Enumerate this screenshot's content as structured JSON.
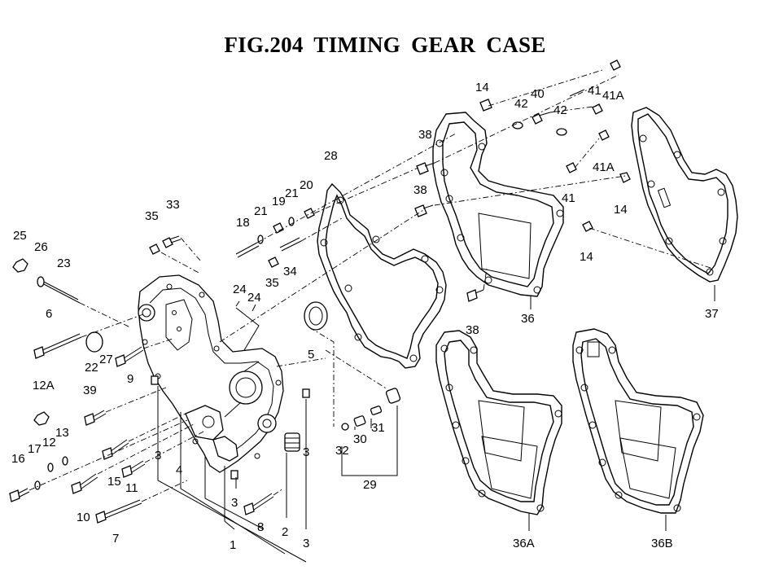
{
  "title": "FIG.204  TIMING GEAR CASE",
  "callouts": {
    "c1": "1",
    "c2": "2",
    "c3a": "3",
    "c3b": "3",
    "c3c": "3",
    "c3d": "3",
    "c4": "4",
    "c5": "5",
    "c6": "6",
    "c7": "7",
    "c8": "8",
    "c9": "9",
    "c10": "10",
    "c11": "11",
    "c12": "12",
    "c12a": "12A",
    "c13": "13",
    "c14a": "14",
    "c14b": "14",
    "c14c": "14",
    "c15": "15",
    "c16": "16",
    "c17": "17",
    "c18": "18",
    "c19": "19",
    "c20": "20",
    "c21a": "21",
    "c21b": "21",
    "c22": "22",
    "c23": "23",
    "c24a": "24",
    "c24b": "24",
    "c25": "25",
    "c26": "26",
    "c27": "27",
    "c28": "28",
    "c29": "29",
    "c30": "30",
    "c31": "31",
    "c32": "32",
    "c33": "33",
    "c34": "34",
    "c35a": "35",
    "c35b": "35",
    "c36": "36",
    "c36a": "36A",
    "c36b": "36B",
    "c37": "37",
    "c38a": "38",
    "c38b": "38",
    "c38c": "38",
    "c39": "39",
    "c40": "40",
    "c41a": "41",
    "c41b": "41",
    "c41Aa": "41A",
    "c41Ab": "41A",
    "c42a": "42",
    "c42b": "42"
  }
}
